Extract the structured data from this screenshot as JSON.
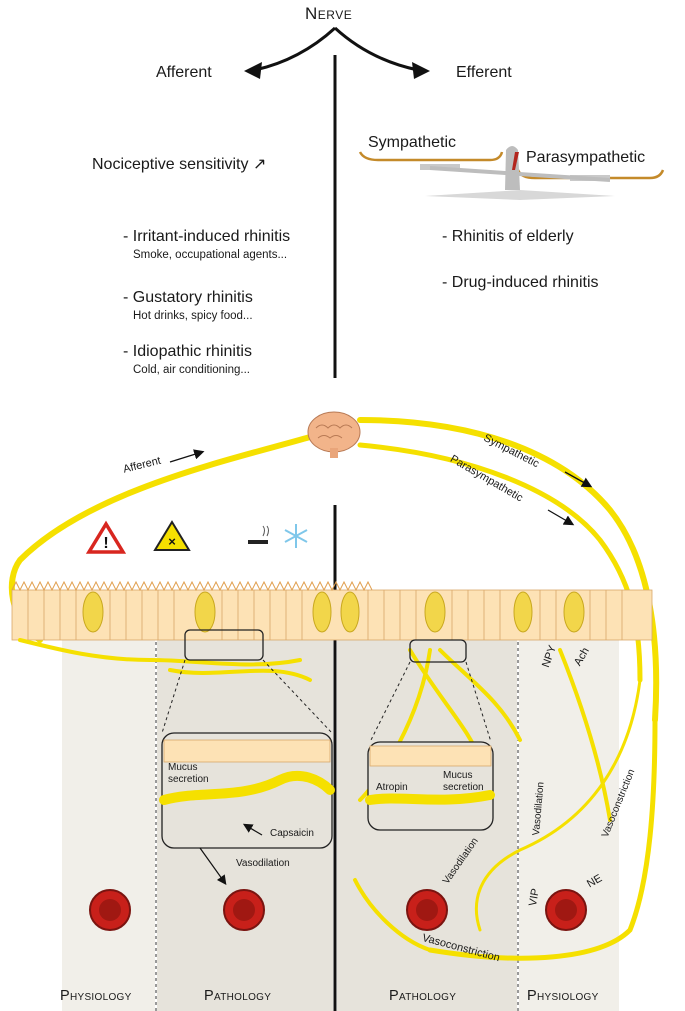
{
  "top": {
    "title": "Nerve",
    "afferent": "Afferent",
    "efferent": "Efferent",
    "nociceptive": "Nociceptive sensitivity ↗",
    "afferent_items": [
      {
        "name": "- Irritant-induced rhinitis",
        "detail": "Smoke, occupational agents..."
      },
      {
        "name": "- Gustatory rhinitis",
        "detail": "Hot drinks, spicy food..."
      },
      {
        "name": "- Idiopathic rhinitis",
        "detail": "Cold, air conditioning..."
      }
    ],
    "balance": {
      "left": "Sympathetic",
      "right": "Parasympathetic"
    },
    "efferent_items": [
      "- Rhinitis of elderly",
      "- Drug-induced rhinitis"
    ]
  },
  "diagram": {
    "afferent_arrow": "Afferent",
    "sympathetic_arrow": "Sympathetic",
    "parasympathetic_arrow": "Parasympathetic",
    "npy": "NPY",
    "ach": "Ach",
    "vasodilation_right": "Vasodilation",
    "vasoconstriction_right": "Vasoconstriction",
    "vip": "VIP",
    "ne": "NE",
    "vasodilation_center": "Vasodilation",
    "vasoconstriction_bottom": "Vasoconstriction",
    "inset_left": {
      "mucus": "Mucus\nsecretion",
      "capsaicin": "Capsaicin",
      "vasodilation": "Vasodilation"
    },
    "inset_right": {
      "atropin": "Atropin",
      "mucus": "Mucus\nsecretion"
    }
  },
  "panels": [
    "Physiology",
    "Pathology",
    "Pathology",
    "Physiology"
  ],
  "colors": {
    "nerve": "#f5e000",
    "epithelium": "#fde2b5",
    "goblet": "#f2d64a",
    "vessel": "#c8201a",
    "panel_bg": "#e9e6df",
    "panel_bg_dark": "#dedbd3"
  }
}
